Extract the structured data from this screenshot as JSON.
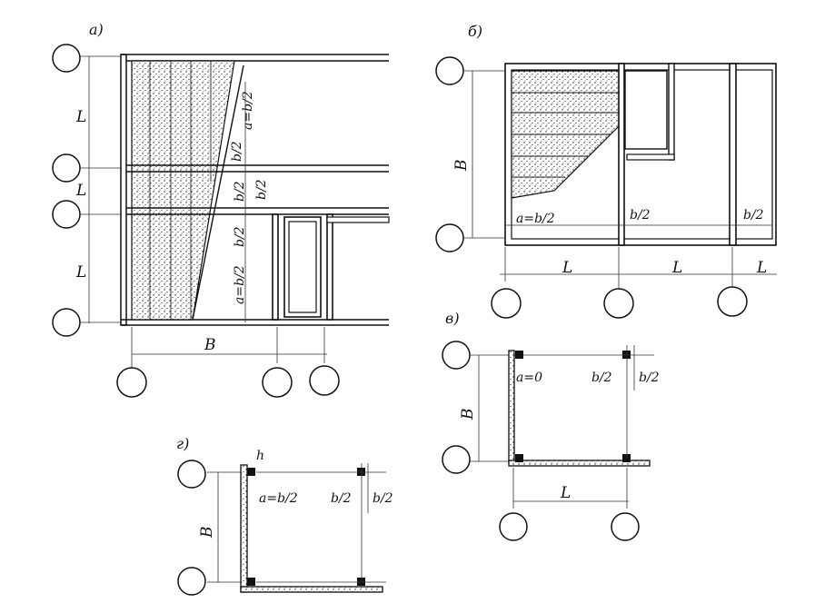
{
  "panels": {
    "a": {
      "letter": "а)",
      "dim_L_top": "L",
      "dim_L_mid": "L",
      "dim_L_bot": "L",
      "dim_B": "B",
      "note_a_top": "a=b/2",
      "note_b2_1": "b/2",
      "note_b2_2": "b/2",
      "note_b2_3": "b/2",
      "note_b2_4": "b/2",
      "note_a_bot": "a=b/2"
    },
    "b": {
      "letter": "б)",
      "dim_B": "B",
      "note_a": "a=b/2",
      "note_b2_1": "b/2",
      "note_b2_2": "b/2",
      "dim_L_1": "L",
      "dim_L_2": "L",
      "dim_L_3": "L"
    },
    "v": {
      "letter": "в)",
      "dim_B": "B",
      "note_a": "a=0",
      "note_b2_1": "b/2",
      "note_b2_2": "b/2",
      "dim_L": "L"
    },
    "g": {
      "letter": "г)",
      "dim_B": "B",
      "note_h": "h",
      "note_a": "a=b/2",
      "note_b2_1": "b/2",
      "note_b2_2": "b/2"
    }
  },
  "colors": {
    "line": "#111111",
    "fill": "#ffffff",
    "stipple": "#222222"
  }
}
